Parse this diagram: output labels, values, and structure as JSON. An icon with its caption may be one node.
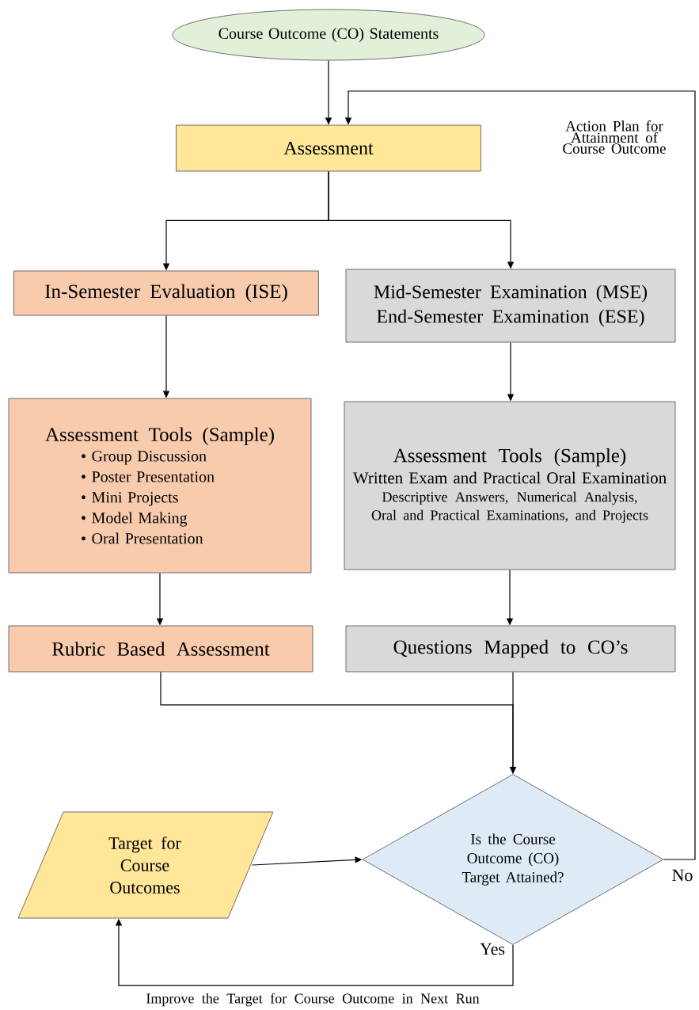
{
  "diagram": {
    "nodes": [
      {
        "text": [
          "Course Outcome (CO) Statements"
        ]
      },
      {
        "text": [
          "Assessment"
        ]
      },
      {
        "text": [
          "In-Semester Evaluation (ISE)"
        ]
      },
      {
        "text": [
          "Mid-Semester Examination (MSE)",
          "End-Semester Examination (ESE)"
        ]
      },
      {
        "text": [
          "Assessment Tools (Sample)",
          "• Group Discussion",
          "• Poster Presentation",
          "• Mini Projects",
          "• Model Making",
          "• Oral Presentation"
        ]
      },
      {
        "text": [
          "Assessment Tools (Sample)",
          "Written Exam and Practical Oral Examination",
          "Descriptive Answers, Numerical Analysis, Oral and Practical Examinations, and Projects"
        ]
      },
      {
        "text": [
          "Rubric Based Assessment"
        ]
      },
      {
        "text": [
          "Questions Mapped to CO’s"
        ]
      },
      {
        "text": [
          "Target for Course Outcomes"
        ]
      },
      {
        "text": [
          "Is the Course Outcome (CO) Target Attained?"
        ]
      }
    ],
    "edges": [
      {
        "from": 0,
        "to": 1,
        "arrow": "to"
      },
      {
        "from": 1,
        "to": 2,
        "arrow": "to"
      },
      {
        "from": 1,
        "to": 3,
        "arrow": "to"
      },
      {
        "from": 2,
        "to": 4,
        "arrow": "to"
      },
      {
        "from": 3,
        "to": 5,
        "arrow": "to"
      },
      {
        "from": 4,
        "to": 6,
        "arrow": "to"
      },
      {
        "from": 5,
        "to": 7,
        "arrow": "to"
      },
      {
        "from": 6,
        "to": 9,
        "arrow": "to"
      },
      {
        "from": 7,
        "to": 9,
        "arrow": "to"
      },
      {
        "from": 8,
        "to": 9,
        "arrow": "to"
      },
      {
        "from": 9,
        "to": 8,
        "arrow": "to",
        "label": "Yes"
      },
      {
        "from": 9,
        "to": 1,
        "arrow": "to",
        "label": "No"
      }
    ],
    "labels": [
      "Action Plan for Attainment of Course Outcome",
      "Improve the Target for Course Outcome in Next Run"
    ]
  }
}
